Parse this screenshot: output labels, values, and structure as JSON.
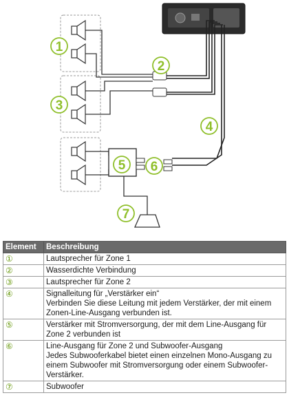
{
  "diagram": {
    "callouts": [
      "1",
      "2",
      "3",
      "4",
      "5",
      "6",
      "7"
    ]
  },
  "table": {
    "headers": [
      "Element",
      "Beschreibung"
    ],
    "rows": [
      {
        "num": "①",
        "lines": [
          "Lautsprecher für Zone 1"
        ]
      },
      {
        "num": "②",
        "lines": [
          "Wasserdichte Verbindung"
        ]
      },
      {
        "num": "③",
        "lines": [
          "Lautsprecher für Zone 2"
        ]
      },
      {
        "num": "④",
        "lines": [
          "Signalleitung für „Verstärker ein“",
          "Verbinden Sie diese Leitung mit jedem Verstärker, der mit einem Zonen-Line-Ausgang verbunden ist."
        ]
      },
      {
        "num": "⑤",
        "lines": [
          "Verstärker mit Stromversorgung, der mit dem Line-Ausgang für Zone 2 verbunden ist"
        ]
      },
      {
        "num": "⑥",
        "lines": [
          "Line-Ausgang für Zone 2 und Subwoofer-Ausgang",
          "Jedes Subwooferkabel bietet einen einzelnen Mono-Ausgang zu einem Subwoofer mit Stromversorgung oder einem Subwoofer-Verstärker."
        ]
      },
      {
        "num": "⑦",
        "lines": [
          "Subwoofer"
        ]
      }
    ]
  }
}
